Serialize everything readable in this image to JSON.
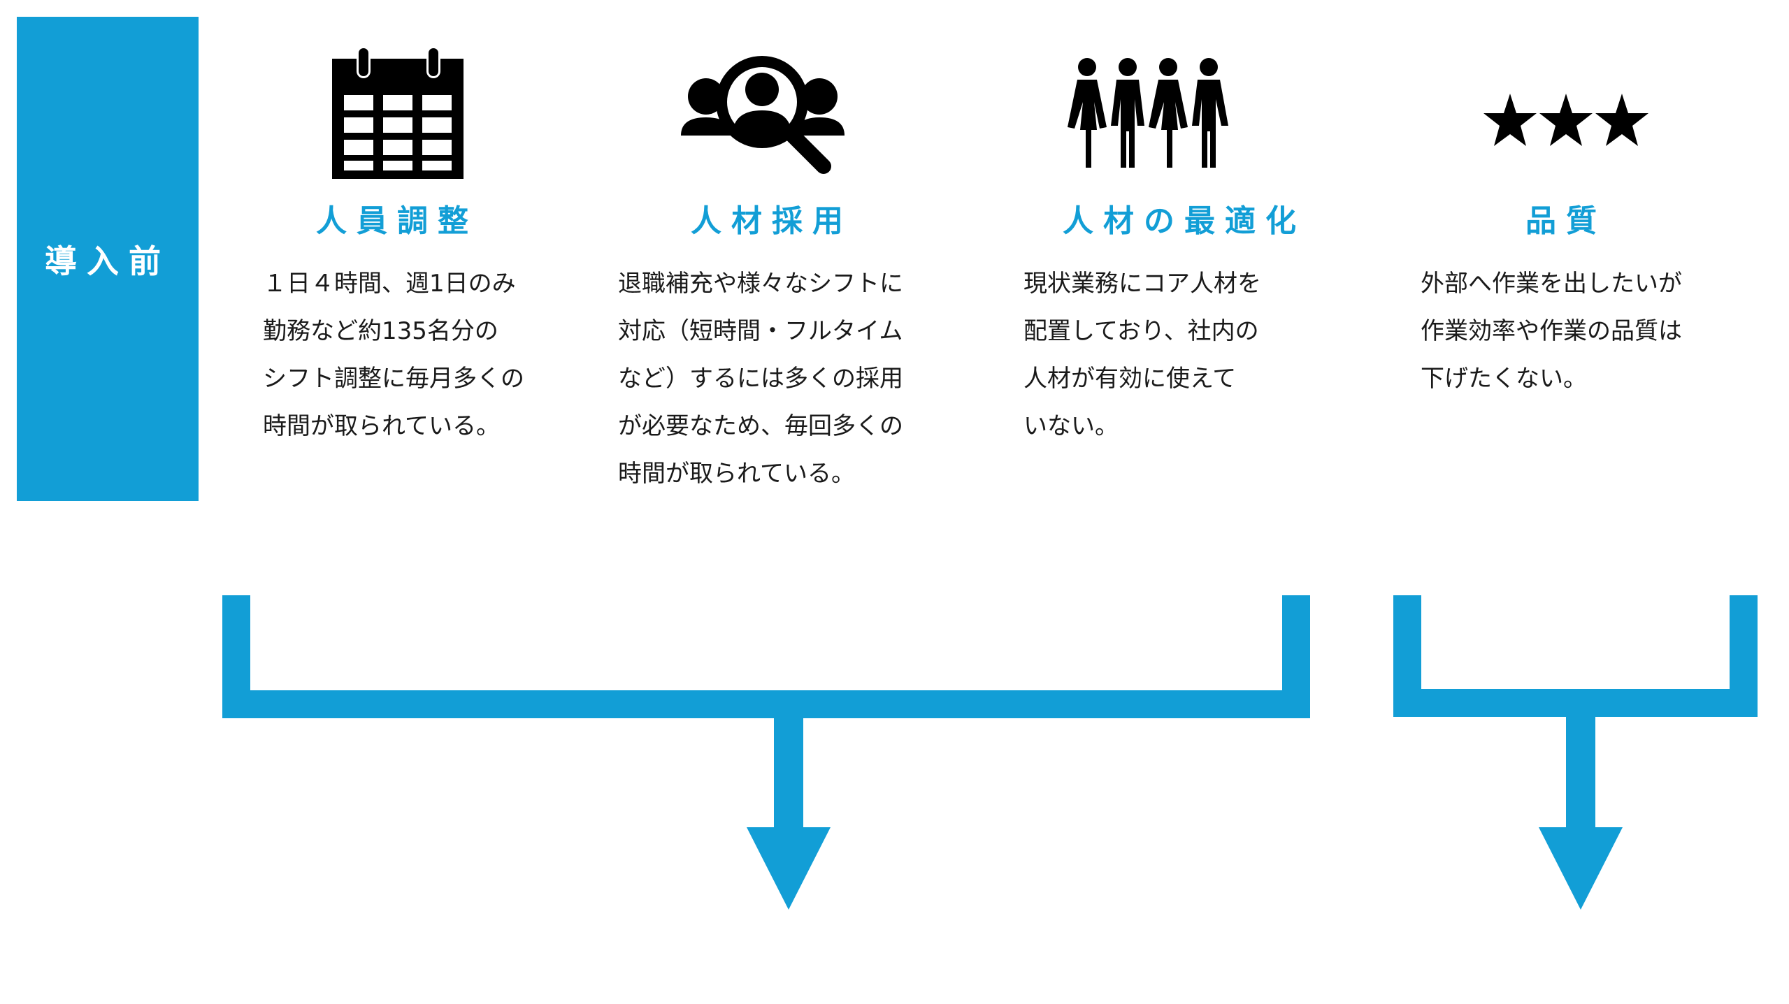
{
  "side_label": "導入前",
  "accent_color": "#129ed6",
  "columns": [
    {
      "icon": "calendar-icon",
      "title": "人員調整",
      "text": "１日４時間、週1日のみ\n勤務など約135名分の\nシフト調整に毎月多くの\n時間が取られている。"
    },
    {
      "icon": "recruit-search-icon",
      "title": "人材採用",
      "text": "退職補充や様々なシフトに\n対応（短時間・フルタイム\nなど）するには多くの採用\nが必要なため、毎回多くの\n時間が取られている。"
    },
    {
      "icon": "people-group-icon",
      "title": "人材の最適化",
      "text": "現状業務にコア人材を\n配置しており、社内の\n人材が有効に使えて\nいない。"
    },
    {
      "icon": "three-stars-icon",
      "title": "品質",
      "text": "外部へ作業を出したいが\n作業効率や作業の品質は\n下げたくない。"
    }
  ]
}
